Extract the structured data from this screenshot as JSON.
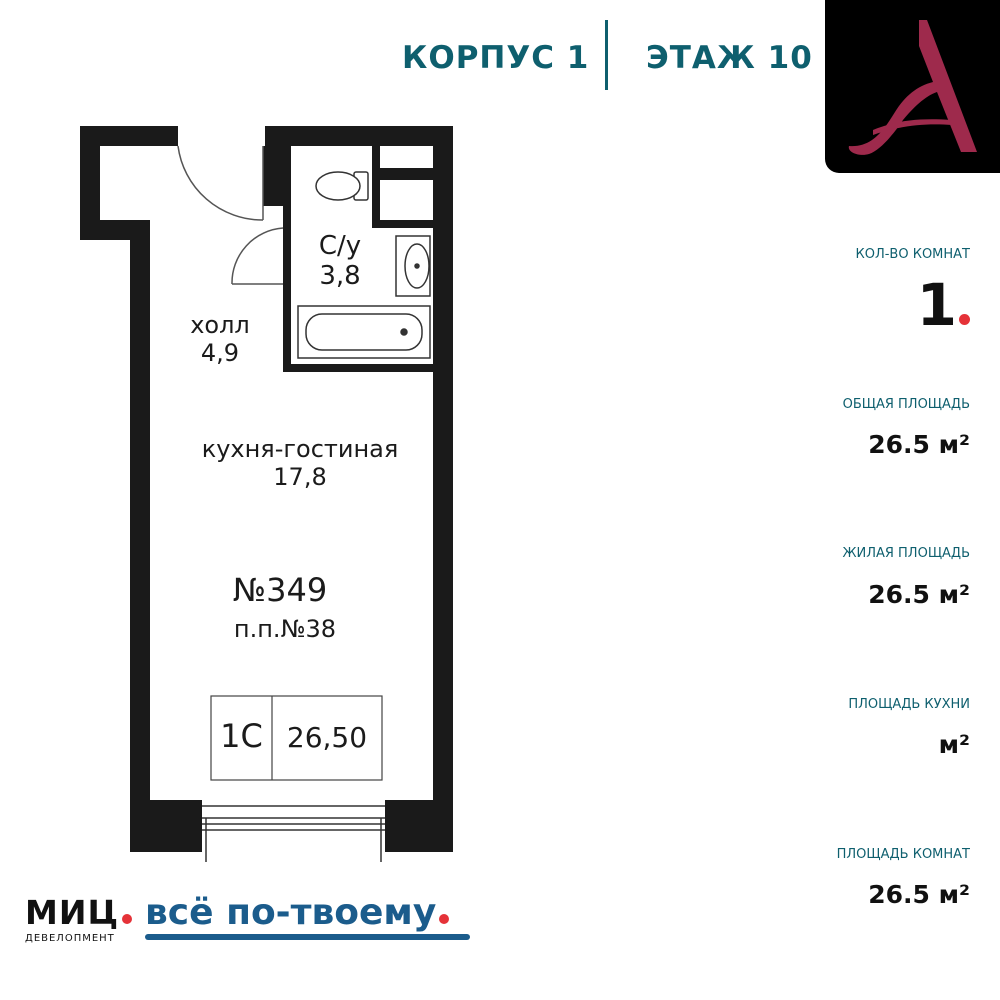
{
  "header": {
    "building": "КОРПУС 1",
    "floor": "ЭТАЖ 10"
  },
  "info": {
    "rooms_label": "КОЛ-ВО КОМНАТ",
    "rooms_value": "1",
    "total_area_label": "ОБЩАЯ ПЛОЩАДЬ",
    "total_area_value": "26.5 м²",
    "living_area_label": "ЖИЛАЯ ПЛОЩАДЬ",
    "living_area_value": "26.5 м²",
    "kitchen_area_label": "ПЛОЩАДЬ КУХНИ",
    "kitchen_area_value": "м²",
    "room_area_label": "ПЛОЩАДЬ КОМНАТ",
    "room_area_value": "26.5 м²",
    "accent_color": "#e53238",
    "label_color": "#0e5f6e"
  },
  "plan": {
    "bathroom_name": "С/у",
    "bathroom_area": "3,8",
    "hall_name": "холл",
    "hall_area": "4,9",
    "living_name": "кухня-гостиная",
    "living_area": "17,8",
    "apt_number": "№349",
    "apt_pp": "п.п.№38",
    "apt_type": "1С",
    "apt_total": "26,50"
  },
  "brand": {
    "company": "МИЦ",
    "company_sub": "ДЕВЕЛОПМЕНТ",
    "slogan": "всё по-твоему",
    "slogan_color": "#1b5c8c",
    "logo_color": "#9e2a4c"
  }
}
